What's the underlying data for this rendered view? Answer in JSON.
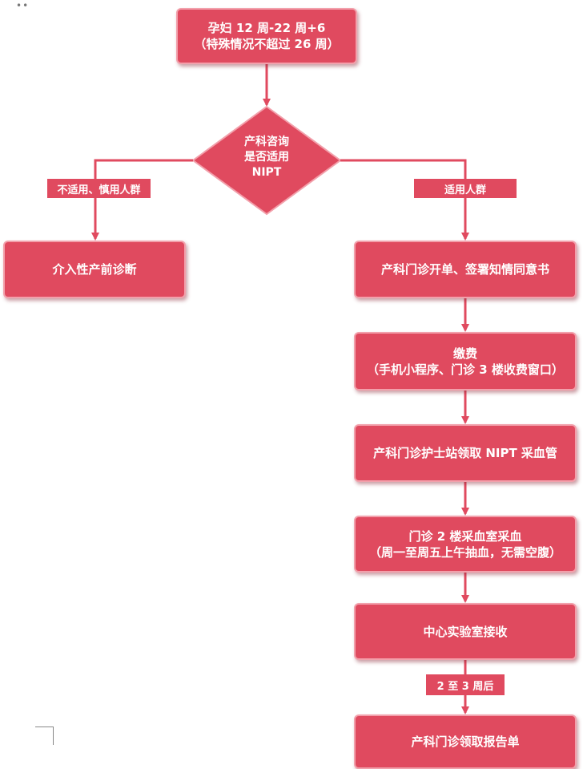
{
  "start": {
    "line1": "孕妇 12 周-22 周+6",
    "line2": "（特殊情况不超过 26 周）"
  },
  "decision": {
    "line1": "产科咨询",
    "line2": "是否适用",
    "line3": "NIPT"
  },
  "branch_left_label": "不适用、慎用人群",
  "branch_right_label": "适用人群",
  "left_result": "介入性产前诊断",
  "steps": {
    "s1": "产科门诊开单、签署知情同意书",
    "s2_line1": "缴费",
    "s2_line2": "（手机小程序、门诊 3 楼收费窗口）",
    "s3": "产科门诊护士站领取 NIPT 采血管",
    "s4_line1": "门诊 2 楼采血室采血",
    "s4_line2": "（周一至周五上午抽血，无需空腹）",
    "s5": "中心实验室接收",
    "wait_label": "2 至 3 周后",
    "s6": "产科门诊领取报告单"
  },
  "colors": {
    "fill": "#e04a5f",
    "border": "#f2a0ab",
    "line": "#e04a5f"
  }
}
